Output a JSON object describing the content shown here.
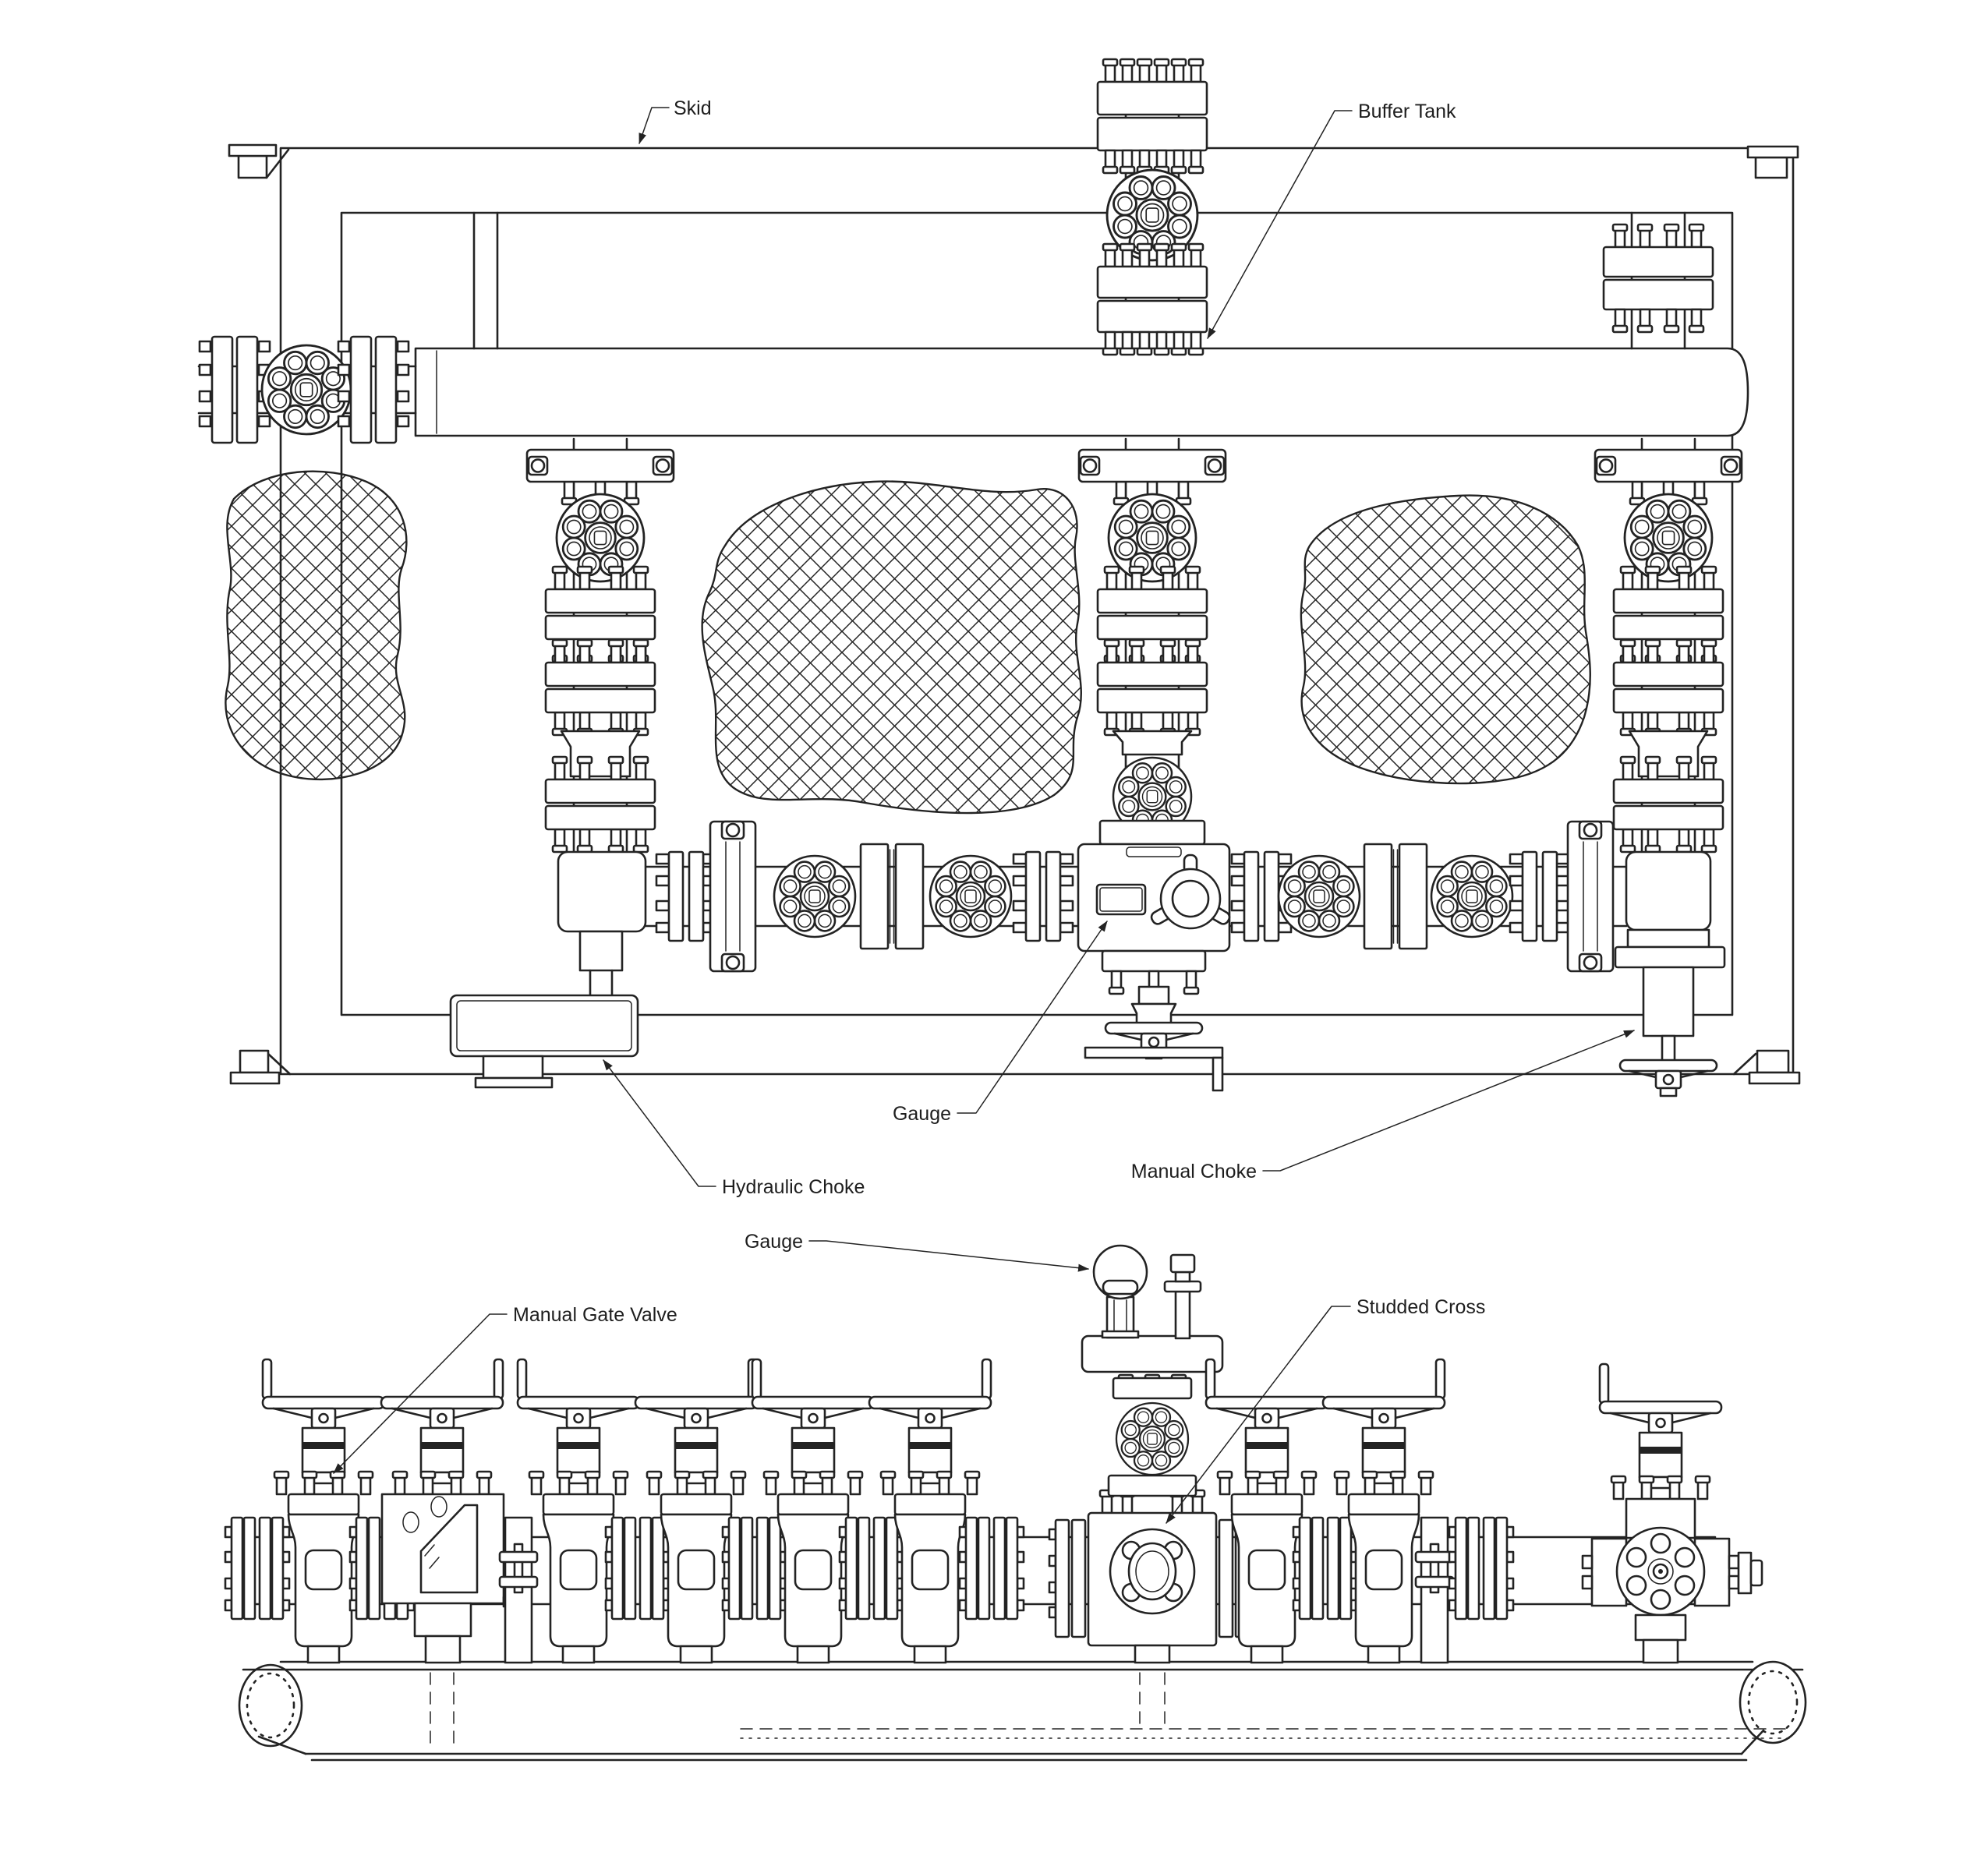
{
  "drawing": {
    "background": "#ffffff",
    "line_color": "#232323",
    "views": {
      "plan": {
        "callouts": [
          {
            "id": "skid",
            "label": "Skid"
          },
          {
            "id": "buffer-tank",
            "label": "Buffer Tank"
          },
          {
            "id": "gauge",
            "label": "Gauge"
          },
          {
            "id": "hydraulic-choke",
            "label": "Hydraulic Choke"
          },
          {
            "id": "manual-choke",
            "label": "Manual Choke"
          }
        ]
      },
      "elevation": {
        "callouts": [
          {
            "id": "gauge",
            "label": "Gauge"
          },
          {
            "id": "manual-gate-valve",
            "label": "Manual Gate Valve"
          },
          {
            "id": "studded-cross",
            "label": "Studded Cross"
          }
        ]
      }
    }
  }
}
